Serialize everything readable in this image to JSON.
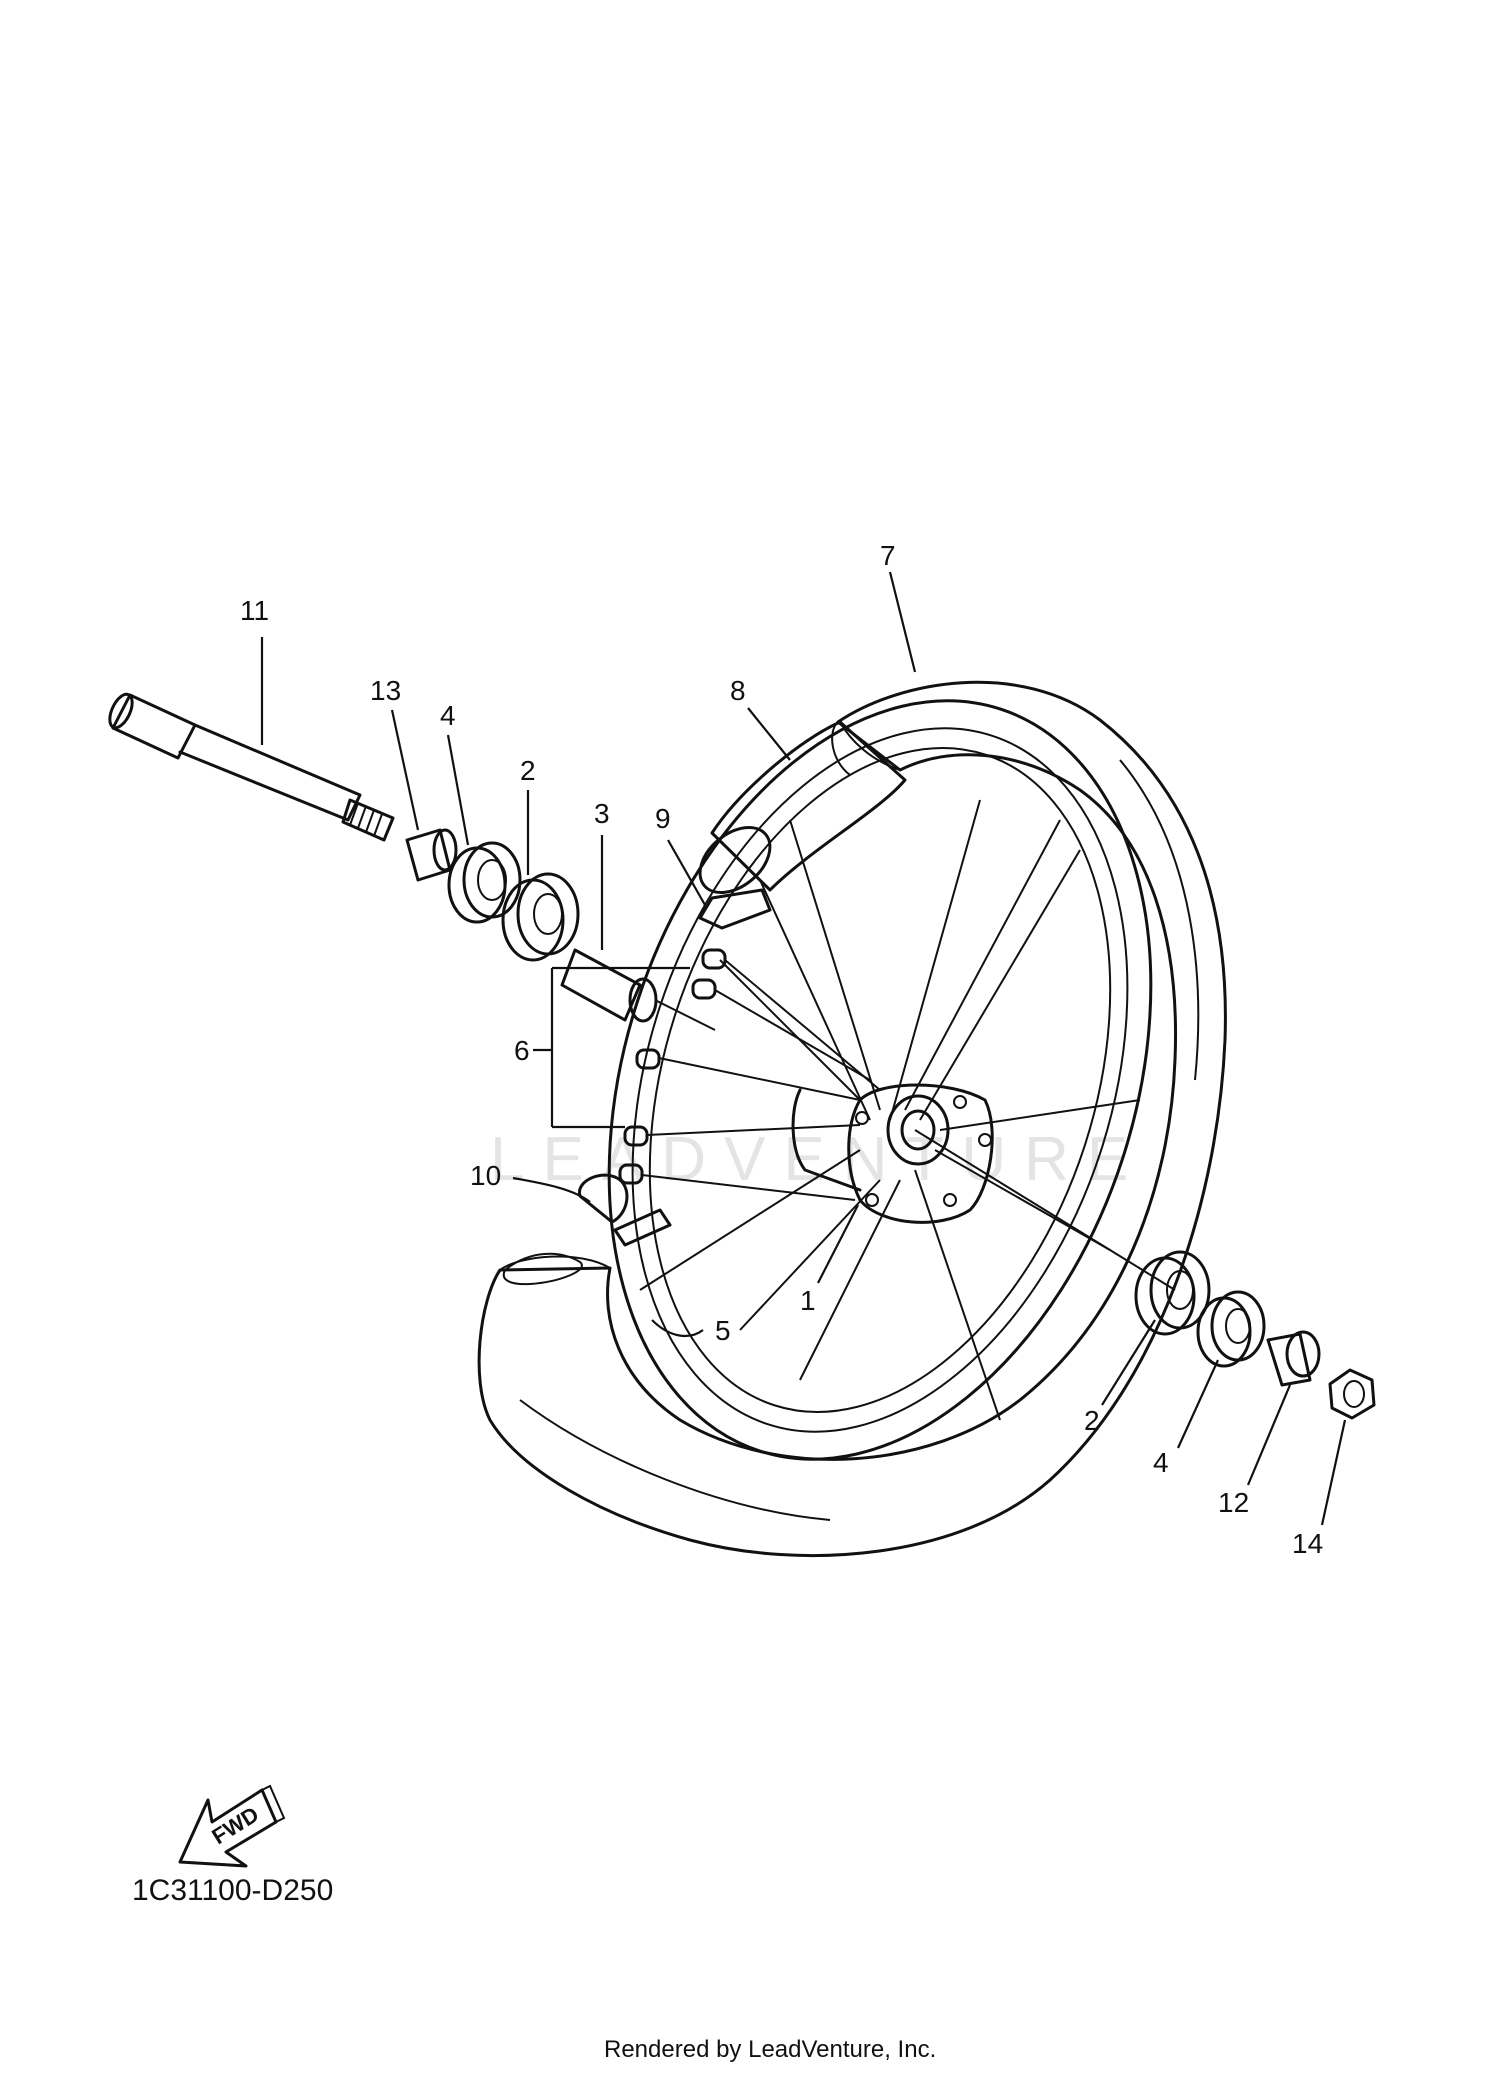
{
  "diagram": {
    "callouts": {
      "c1": "1",
      "c2a": "2",
      "c2b": "2",
      "c3": "3",
      "c4a": "4",
      "c4b": "4",
      "c5": "5",
      "c6": "6",
      "c7": "7",
      "c8": "8",
      "c9": "9",
      "c10": "10",
      "c11": "11",
      "c12": "12",
      "c13": "13",
      "c14": "14"
    },
    "watermark": "LEADVENTURE",
    "fwd_label": "FWD",
    "diagram_code": "1C31100-D250",
    "footer": "Rendered by LeadVenture, Inc."
  },
  "colors": {
    "line": "#111111",
    "background": "#ffffff",
    "watermark": "#e4e4e4"
  }
}
